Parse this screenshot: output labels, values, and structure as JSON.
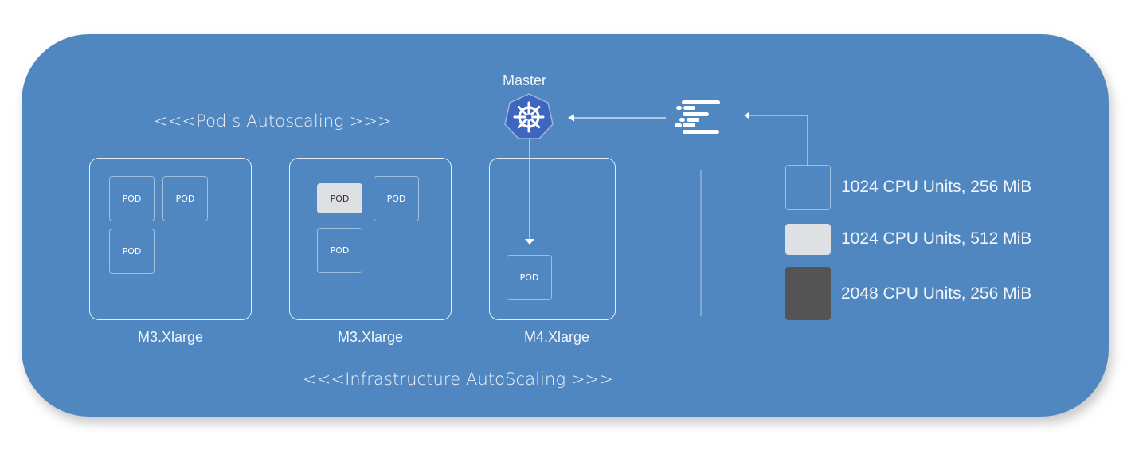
{
  "diagram": {
    "title_pods": "<<<Pod’s Autoscaling >>>",
    "title_infra": "<<<Infrastructure AutoScaling >>>",
    "master": {
      "label": "Master",
      "icon": "kubernetes-helm-icon"
    },
    "scheduler_icon": "task-list-icon",
    "nodes": [
      {
        "label": "M3.Xlarge",
        "pods": [
          "POD",
          "POD",
          "POD"
        ]
      },
      {
        "label": "M3.Xlarge",
        "pods": [
          "POD",
          "POD",
          "POD"
        ]
      },
      {
        "label": "M4.Xlarge",
        "pods": [
          "POD"
        ]
      }
    ],
    "legend": [
      {
        "text": "1024 CPU Units, 256 MiB",
        "style": "outline"
      },
      {
        "text": "1024 CPU Units, 512 MiB",
        "style": "light",
        "color": "#dfe0e3"
      },
      {
        "text": "2048 CPU Units, 256 MiB",
        "style": "dark",
        "color": "#545454"
      }
    ],
    "colors": {
      "background": "#5087c0",
      "kubernetes": "#3f66bf",
      "pod_light": "#dfe0e3",
      "pod_dark": "#545454"
    }
  }
}
